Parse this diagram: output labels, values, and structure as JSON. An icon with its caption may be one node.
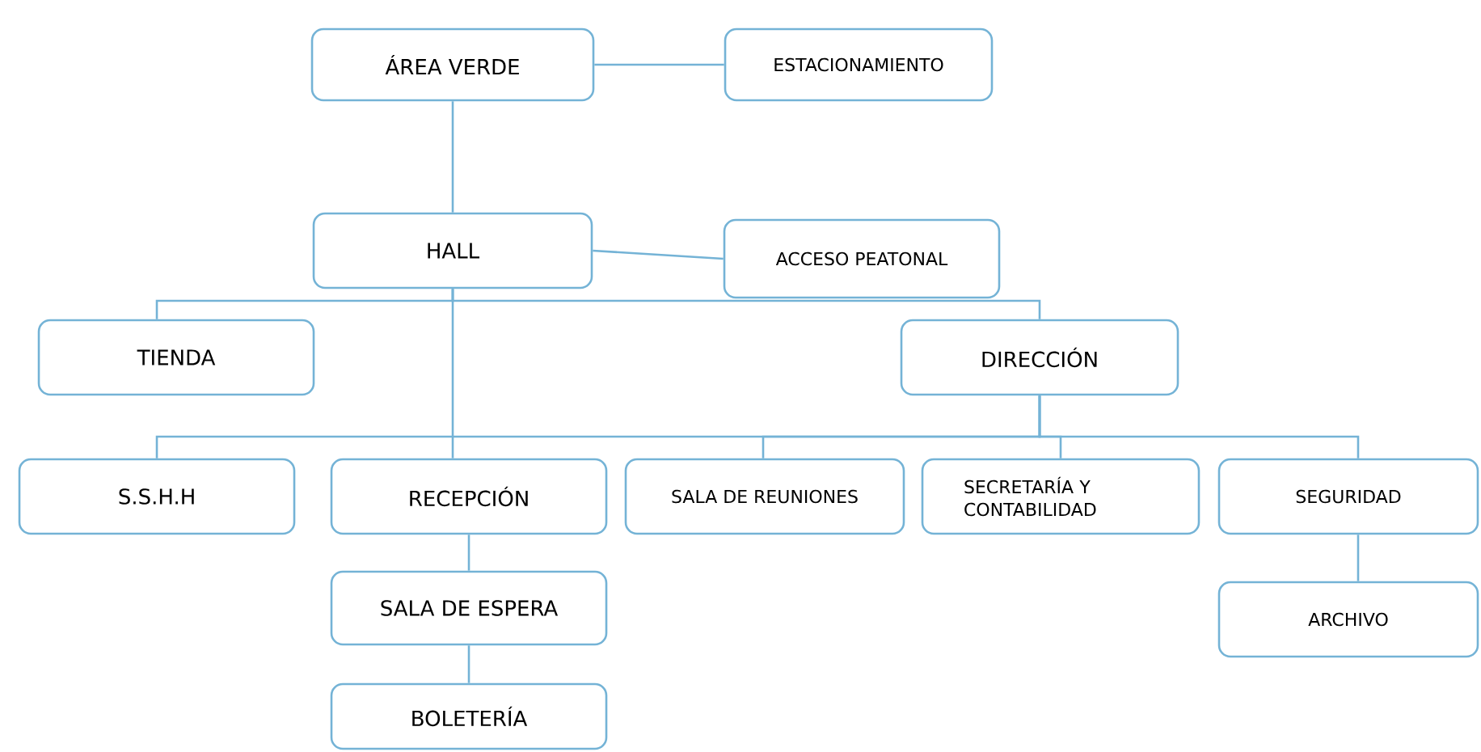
{
  "diagram": {
    "nodes": [
      {
        "text": [
          "ÁREA VERDE"
        ]
      },
      {
        "text": [
          "ESTACIONAMIENTO"
        ]
      },
      {
        "text": [
          "HALL"
        ]
      },
      {
        "text": [
          "ACCESO PEATONAL"
        ]
      },
      {
        "text": [
          "TIENDA"
        ]
      },
      {
        "text": [
          "DIRECCIÓN"
        ]
      },
      {
        "text": [
          "S.S.H.H"
        ]
      },
      {
        "text": [
          "RECEPCIÓN"
        ]
      },
      {
        "text": [
          "SALA DE REUNIONES"
        ]
      },
      {
        "text": [
          "SECRETARÍA Y CONTABILIDAD"
        ]
      },
      {
        "text": [
          "SEGURIDAD"
        ]
      },
      {
        "text": [
          "SALA DE ESPERA"
        ]
      },
      {
        "text": [
          "ARCHIVO"
        ]
      },
      {
        "text": [
          "BOLETERÍA"
        ]
      }
    ],
    "edges": [
      {
        "from": 0,
        "to": 1,
        "arrow": "none"
      },
      {
        "from": 0,
        "to": 2,
        "arrow": "none"
      },
      {
        "from": 2,
        "to": 3,
        "arrow": "none"
      },
      {
        "from": 2,
        "to": 4,
        "arrow": "none"
      },
      {
        "from": 2,
        "to": 5,
        "arrow": "none"
      },
      {
        "from": 2,
        "to": 7,
        "arrow": "none"
      },
      {
        "from": 5,
        "to": 6,
        "arrow": "none"
      },
      {
        "from": 5,
        "to": 8,
        "arrow": "none"
      },
      {
        "from": 5,
        "to": 9,
        "arrow": "none"
      },
      {
        "from": 5,
        "to": 10,
        "arrow": "none"
      },
      {
        "from": 7,
        "to": 11,
        "arrow": "none"
      },
      {
        "from": 11,
        "to": 13,
        "arrow": "none"
      },
      {
        "from": 10,
        "to": 12,
        "arrow": "none"
      }
    ]
  }
}
